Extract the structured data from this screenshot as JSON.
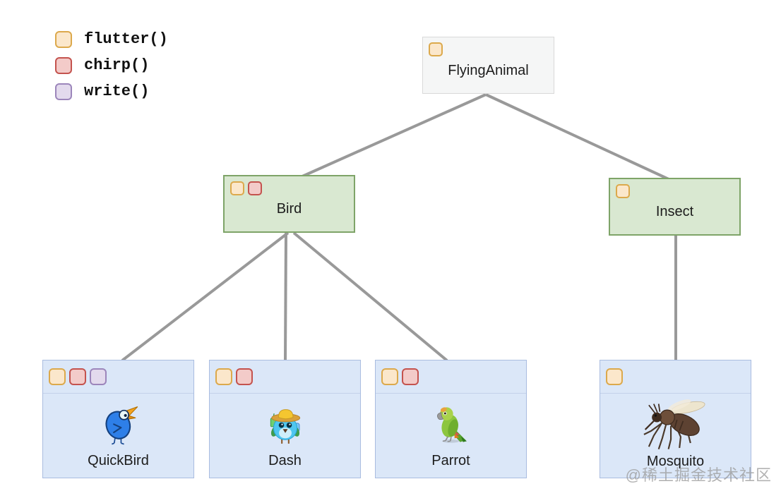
{
  "legend": {
    "items": [
      {
        "label": "flutter()",
        "badge": "flutter"
      },
      {
        "label": "chirp()",
        "badge": "chirp"
      },
      {
        "label": "write()",
        "badge": "write"
      }
    ]
  },
  "nodes": {
    "flyinganimal": {
      "label": "FlyingAnimal",
      "badges": [
        "flutter"
      ]
    },
    "bird": {
      "label": "Bird",
      "badges": [
        "flutter",
        "chirp"
      ]
    },
    "insect": {
      "label": "Insect",
      "badges": [
        "flutter"
      ]
    },
    "quickbird": {
      "label": "QuickBird",
      "badges": [
        "flutter",
        "chirp",
        "write"
      ],
      "image": "blue-bird-cartoon"
    },
    "dash": {
      "label": "Dash",
      "badges": [
        "flutter",
        "chirp"
      ],
      "image": "dash-flutter-mascot"
    },
    "parrot": {
      "label": "Parrot",
      "badges": [
        "flutter",
        "chirp"
      ],
      "image": "parrot-emoji"
    },
    "mosquito": {
      "label": "Mosquito",
      "badges": [
        "flutter"
      ],
      "image": "mosquito-emoji"
    }
  },
  "edges": [
    {
      "from": "FlyingAnimal",
      "to": "Bird"
    },
    {
      "from": "FlyingAnimal",
      "to": "Insect"
    },
    {
      "from": "Bird",
      "to": "QuickBird"
    },
    {
      "from": "Bird",
      "to": "Dash"
    },
    {
      "from": "Bird",
      "to": "Parrot"
    },
    {
      "from": "Insect",
      "to": "Mosquito"
    }
  ],
  "badge_colors": {
    "flutter": {
      "fill": "#FBE7CB",
      "border": "#DCA94C"
    },
    "chirp": {
      "fill": "#F3CBC9",
      "border": "#C4534E"
    },
    "write": {
      "fill": "#E3DAED",
      "border": "#9C86BB"
    }
  },
  "node_colors": {
    "root": {
      "fill": "#F5F6F6",
      "border": "#D9D9D9"
    },
    "middle": {
      "fill": "#D9E8D1",
      "border": "#7EA468"
    },
    "leaf": {
      "fill": "#DBE7F8",
      "border": "#A9BCE0"
    }
  },
  "edge_color": "#999999",
  "watermark": "@稀土掘金技术社区"
}
